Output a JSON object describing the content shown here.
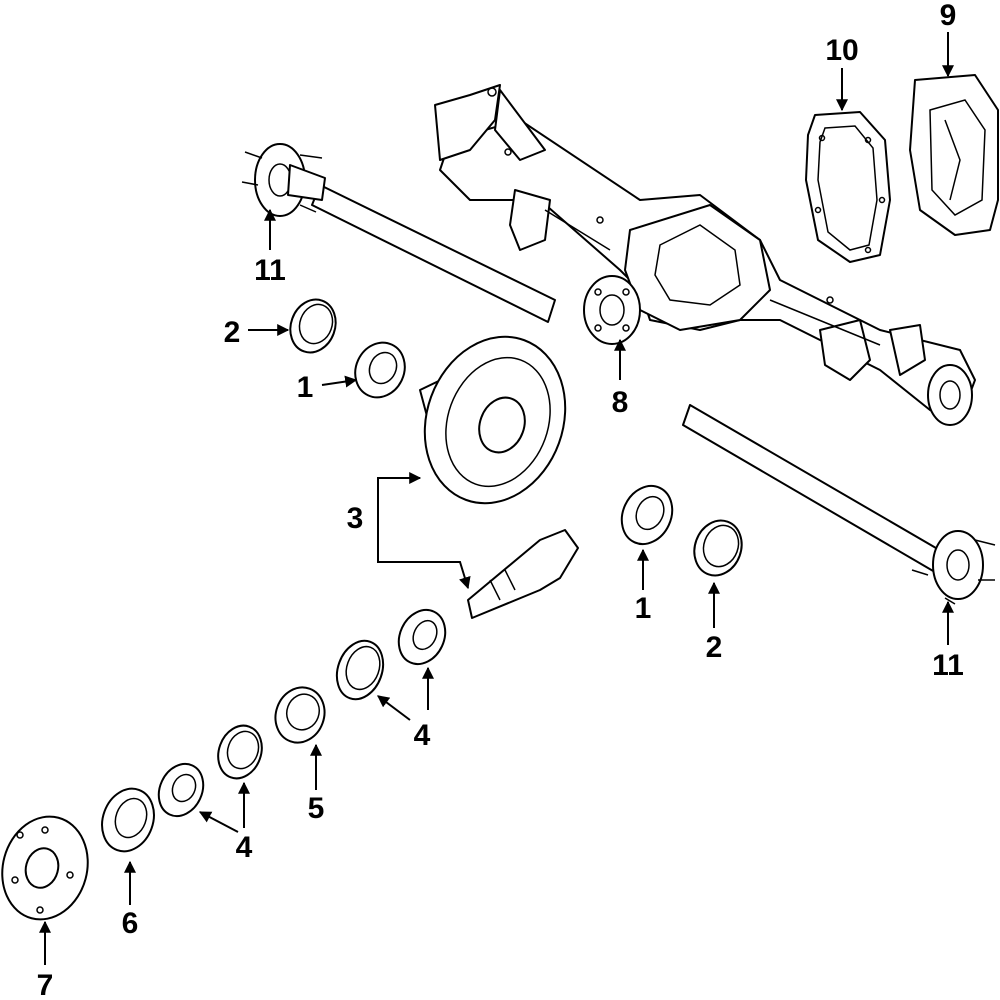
{
  "callouts": {
    "c1a": "1",
    "c1b": "1",
    "c2a": "2",
    "c2b": "2",
    "c3": "3",
    "c4a": "4",
    "c4b": "4",
    "c5": "5",
    "c6": "6",
    "c7": "7",
    "c8": "8",
    "c9": "9",
    "c10": "10",
    "c11a": "11",
    "c11b": "11"
  }
}
